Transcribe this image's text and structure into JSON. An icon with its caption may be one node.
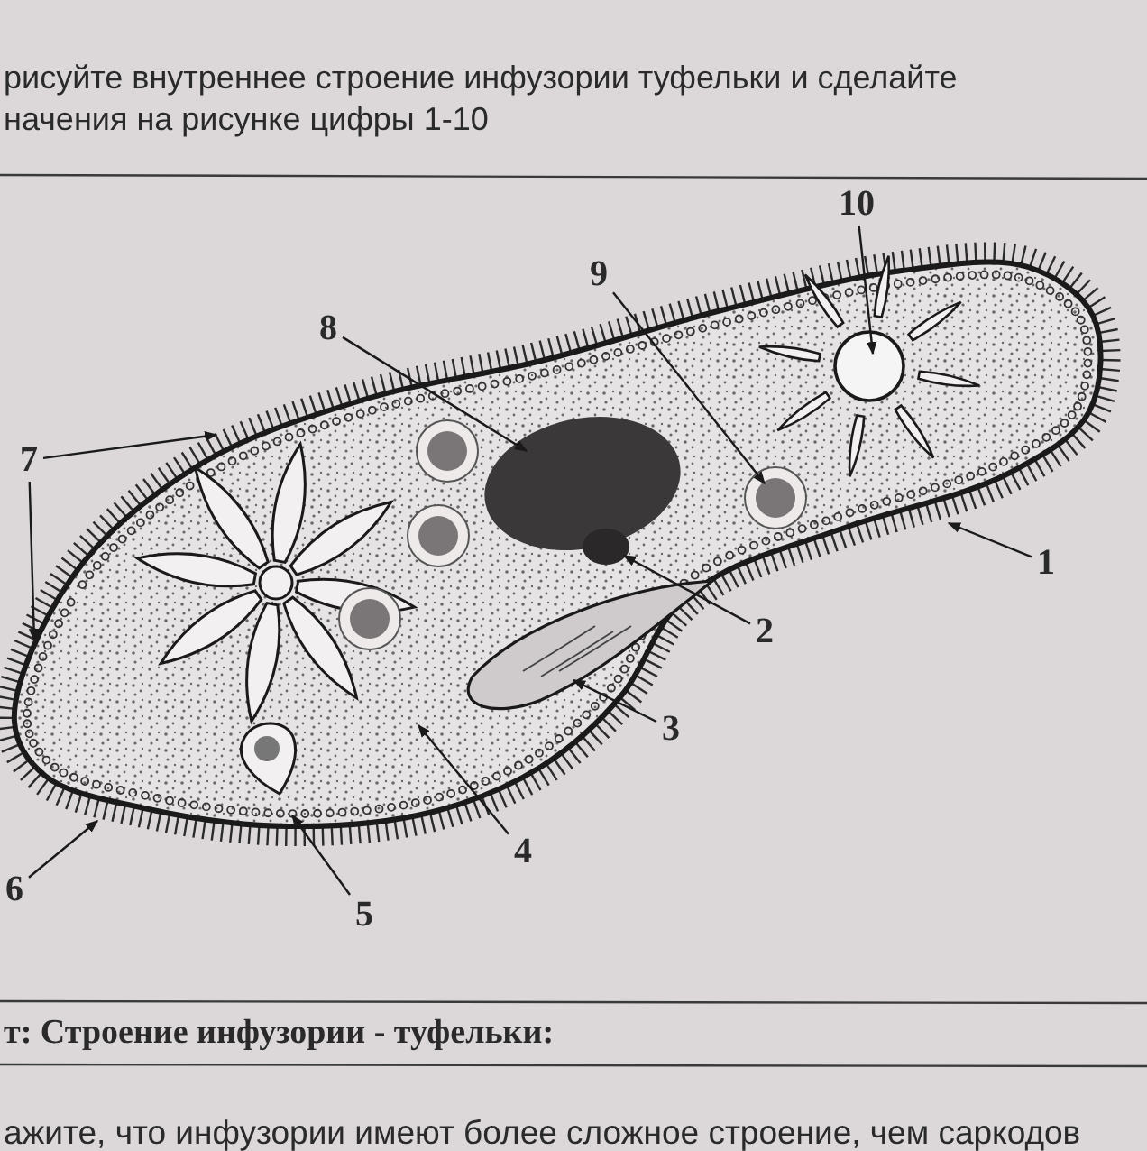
{
  "diagram": {
    "nodes": [
      {
        "text": [
          "1"
        ]
      },
      {
        "text": [
          "2"
        ]
      },
      {
        "text": [
          "3"
        ]
      },
      {
        "text": [
          "4"
        ]
      },
      {
        "text": [
          "5"
        ]
      },
      {
        "text": [
          "6"
        ]
      },
      {
        "text": [
          "7"
        ]
      },
      {
        "text": [
          "8"
        ]
      },
      {
        "text": [
          "9"
        ]
      },
      {
        "text": [
          "10"
        ]
      }
    ],
    "edges": [
      {
        "from": 0,
        "to": null,
        "arrow": "to"
      },
      {
        "from": 1,
        "to": null,
        "arrow": "to"
      },
      {
        "from": 2,
        "to": null,
        "arrow": "to"
      },
      {
        "from": 3,
        "to": null,
        "arrow": "to"
      },
      {
        "from": 4,
        "to": null,
        "arrow": "to"
      },
      {
        "from": 5,
        "to": null,
        "arrow": "to"
      },
      {
        "from": 6,
        "to": null,
        "arrow": "to"
      },
      {
        "from": 6,
        "to": null,
        "arrow": "to"
      },
      {
        "from": 7,
        "to": null,
        "arrow": "to"
      },
      {
        "from": 8,
        "to": null,
        "arrow": "to"
      },
      {
        "from": 9,
        "to": null,
        "arrow": "to"
      }
    ],
    "labels": [
      "рисуйте внутреннее строение инфузории туфельки и сделайте начения на рисунке цифры 1-10",
      "т: Строение инфузории - туфельки:",
      "ажите, что инфузории имеют более сложное строение, чем саркодов"
    ]
  }
}
